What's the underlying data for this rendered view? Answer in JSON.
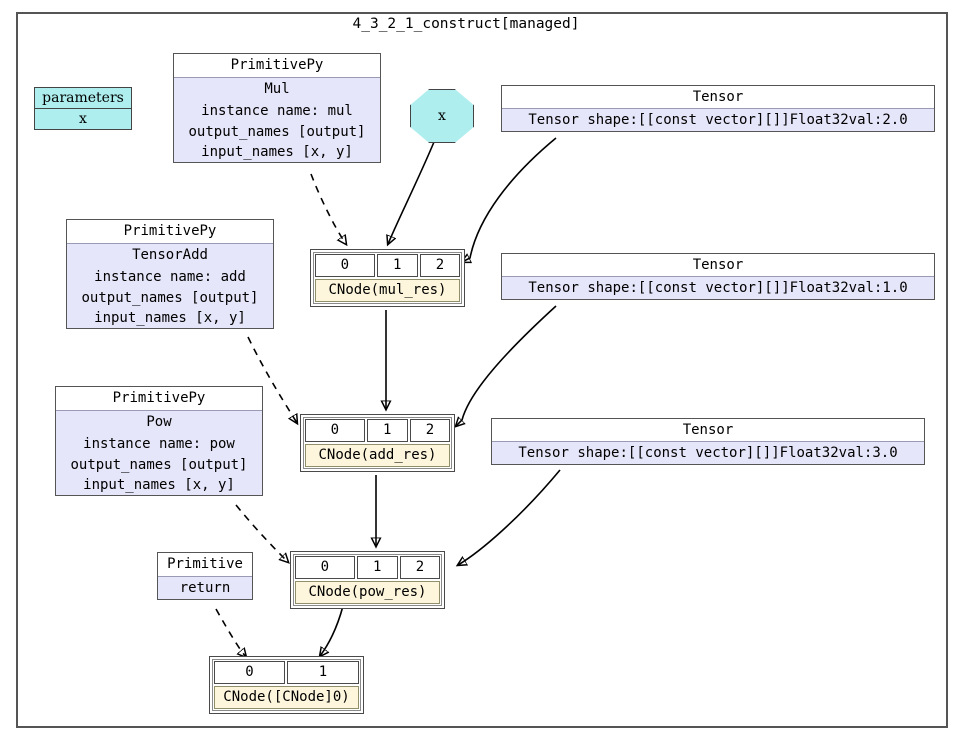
{
  "graph": {
    "title": "4_3_2_1_construct[managed]",
    "type": "computational-graph"
  },
  "parameters_table": {
    "header": "parameters",
    "rows": [
      "x"
    ]
  },
  "param_node": {
    "label": "x",
    "shape": "octagon",
    "color": "#afeeee"
  },
  "primitives": [
    {
      "header": "PrimitivePy",
      "op": "Mul",
      "instance": "instance name: mul",
      "outputs": "output_names [output]",
      "inputs": "input_names [x, y]"
    },
    {
      "header": "PrimitivePy",
      "op": "TensorAdd",
      "instance": "instance name: add",
      "outputs": "output_names [output]",
      "inputs": "input_names [x, y]"
    },
    {
      "header": "PrimitivePy",
      "op": "Pow",
      "instance": "instance name: pow",
      "outputs": "output_names [output]",
      "inputs": "input_names [x, y]"
    }
  ],
  "return_primitive": {
    "header": "Primitive",
    "op": "return"
  },
  "tensors": [
    {
      "header": "Tensor",
      "value": "Tensor shape:[[const vector][]]Float32val:2.0"
    },
    {
      "header": "Tensor",
      "value": "Tensor shape:[[const vector][]]Float32val:1.0"
    },
    {
      "header": "Tensor",
      "value": "Tensor shape:[[const vector][]]Float32val:3.0"
    }
  ],
  "cnodes": [
    {
      "label": "CNode(mul_res)",
      "ports": [
        "0",
        "1",
        "2"
      ]
    },
    {
      "label": "CNode(add_res)",
      "ports": [
        "0",
        "1",
        "2"
      ]
    },
    {
      "label": "CNode(pow_res)",
      "ports": [
        "0",
        "1",
        "2"
      ]
    },
    {
      "label": "CNode([CNode]0)",
      "ports": [
        "0",
        "1"
      ]
    }
  ],
  "colors": {
    "primitive_fill": "#e6e6fa",
    "tensor_fill": "#e6e6fa",
    "cnode_label_fill": "#fdf6dc",
    "parameter_fill": "#afeeee",
    "border": "#555555",
    "edge": "#000000"
  }
}
